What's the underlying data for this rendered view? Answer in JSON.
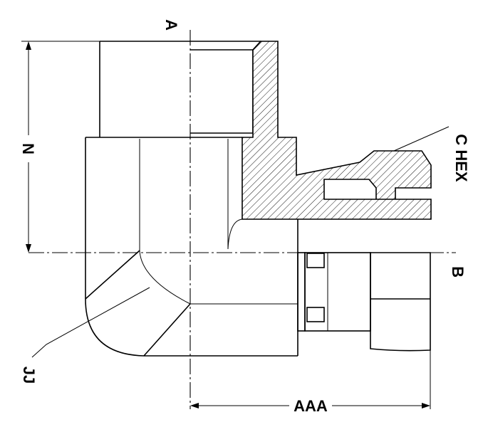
{
  "labels": {
    "axis_a": "A",
    "axis_b": "B",
    "dim_n": "N",
    "dim_aaa": "AAA",
    "hex": "C HEX",
    "jj": "JJ"
  },
  "colors": {
    "line": "#000000",
    "background": "#ffffff"
  }
}
